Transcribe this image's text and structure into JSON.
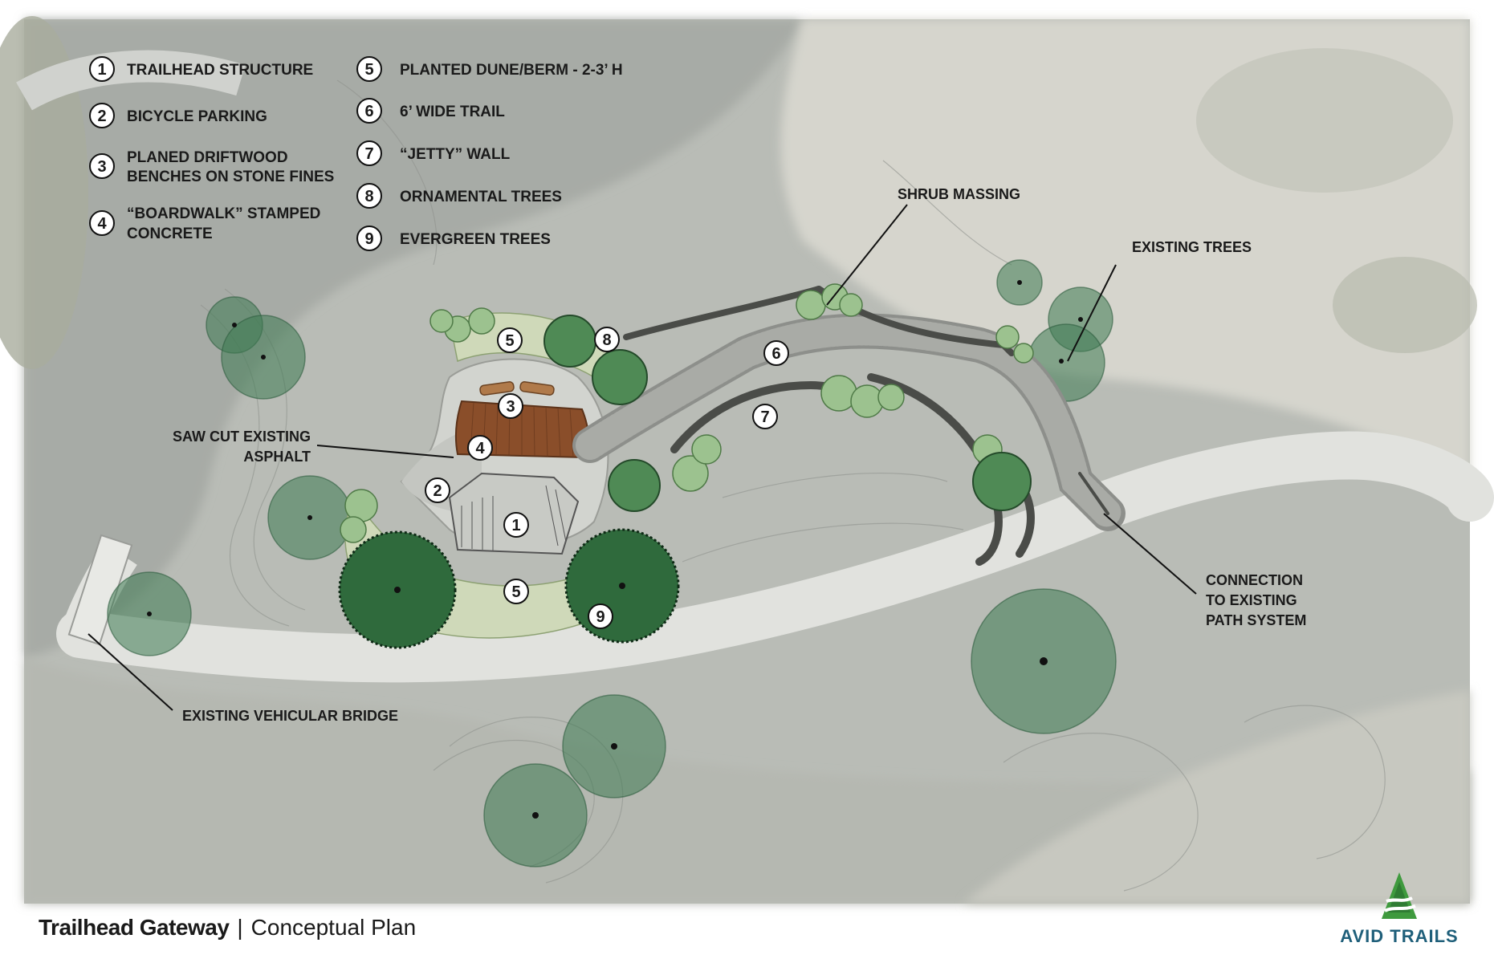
{
  "legend": [
    {
      "num": "1",
      "label": "TRAILHEAD STRUCTURE"
    },
    {
      "num": "2",
      "label": "BICYCLE PARKING"
    },
    {
      "num": "3",
      "label_line1": "PLANED DRIFTWOOD",
      "label_line2": "BENCHES ON STONE FINES"
    },
    {
      "num": "4",
      "label_line1": "“BOARDWALK” STAMPED",
      "label_line2": "CONCRETE"
    },
    {
      "num": "5",
      "label": "PLANTED DUNE/BERM - 2-3’ H"
    },
    {
      "num": "6",
      "label": "6’ WIDE TRAIL"
    },
    {
      "num": "7",
      "label": "“JETTY” WALL"
    },
    {
      "num": "8",
      "label": "ORNAMENTAL TREES"
    },
    {
      "num": "9",
      "label": "EVERGREEN TREES"
    }
  ],
  "callouts": {
    "shrub_massing": "SHRUB MASSING",
    "existing_trees": "EXISTING TREES",
    "saw_cut_line1": "SAW CUT EXISTING",
    "saw_cut_line2": "ASPHALT",
    "connection_line1": "CONNECTION",
    "connection_line2": "TO EXISTING",
    "connection_line3": "PATH SYSTEM",
    "bridge": "EXISTING VEHICULAR BRIDGE"
  },
  "markers": [
    "1",
    "2",
    "3",
    "4",
    "5",
    "5",
    "6",
    "7",
    "8",
    "9"
  ],
  "footer": {
    "title": "Trailhead Gateway",
    "separator": "|",
    "subtitle": "Conceptual Plan"
  },
  "brand": {
    "name": "AVID TRAILS",
    "icon": "avid-trails-logo-icon"
  },
  "colors": {
    "aerial": "#b9bcb6",
    "paving": "#cfd2cc",
    "boardwalk": "#8a4e2a",
    "tree_canopy": "#3f7b55",
    "evergreen": "#2f6a3c",
    "trail": "#9ea09c",
    "brand_green": "#3f9a3e",
    "brand_blue": "#1f5f7a"
  }
}
